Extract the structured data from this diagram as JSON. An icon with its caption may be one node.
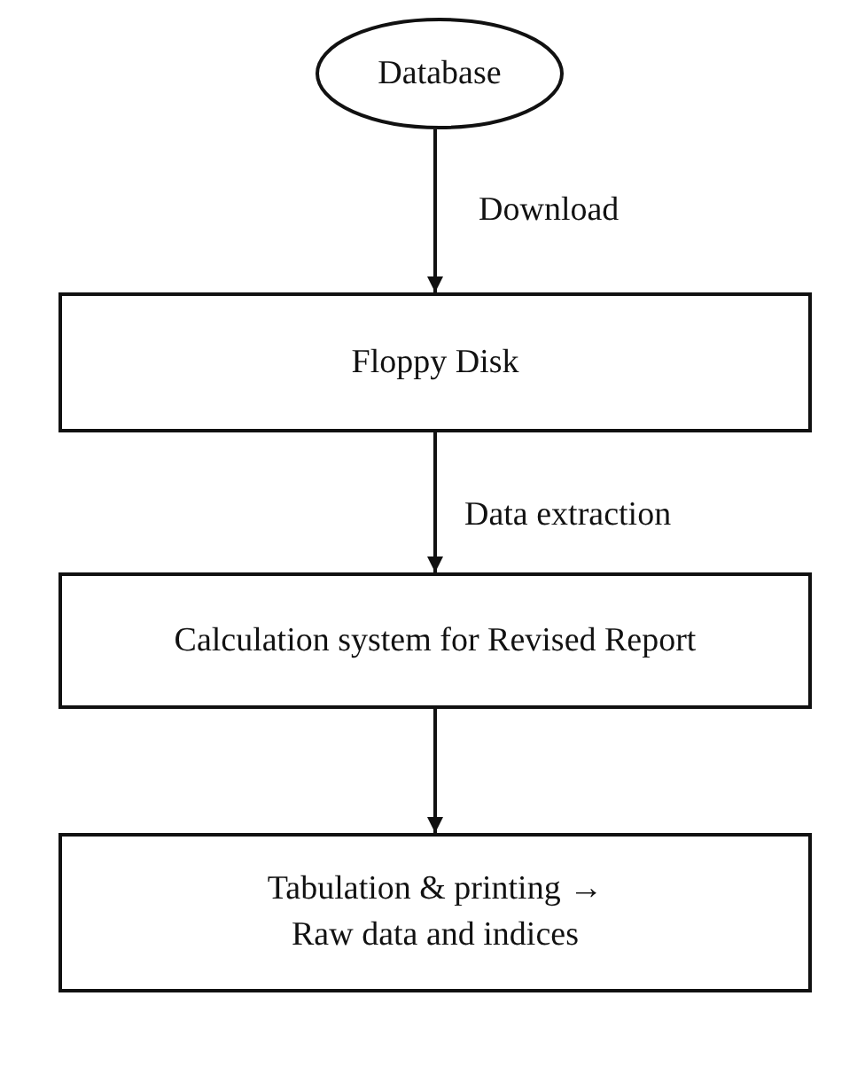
{
  "diagram": {
    "nodes": [
      {
        "text": [
          "Database"
        ]
      },
      {
        "text": [
          "Floppy Disk"
        ]
      },
      {
        "text": [
          "Calculation system for Revised Report"
        ]
      },
      {
        "text": [
          "Tabulation & printing → Raw data and indices"
        ]
      }
    ],
    "edges": [
      {
        "from": 0,
        "to": 1,
        "arrow": "to",
        "label": "Download"
      },
      {
        "from": 1,
        "to": 2,
        "arrow": "to",
        "label": "Data extraction"
      },
      {
        "from": 2,
        "to": 3,
        "arrow": "to"
      }
    ]
  }
}
